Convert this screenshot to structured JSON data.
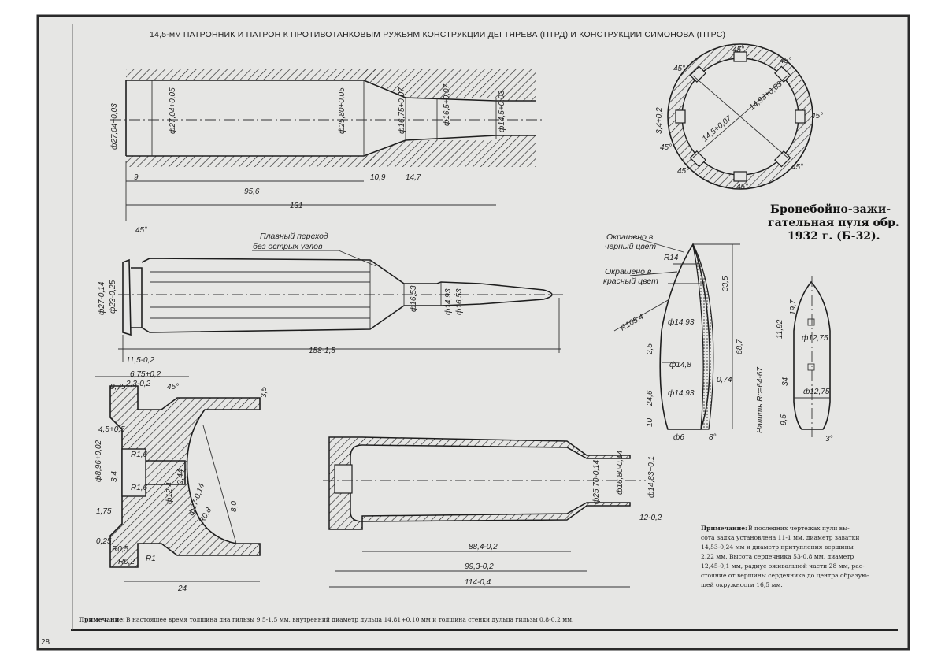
{
  "page": {
    "title": "14,5-мм ПАТРОННИК И ПАТРОН К ПРОТИВОТАНКОВЫМ РУЖЬЯМ КОНСТРУКЦИИ ДЕГТЯРЕВА (ПТРД) И КОНСТРУКЦИИ СИМОНОВА (ПТРС)",
    "page_number": "28"
  },
  "chamber": {
    "dims": [
      "ф27,04+0,03",
      "ф27,04+0,05",
      "ф25,80+0,05",
      "ф16,75+0,07",
      "ф16,5+0,07",
      "ф14,5+0,03",
      "9",
      "95,6",
      "10,9",
      "14,7",
      "131"
    ]
  },
  "cartridge": {
    "callout": [
      "Плавный переход",
      "без острых углов"
    ],
    "dims": [
      "45°",
      "ф27-0,14",
      "ф23-0,25",
      "ф16,53",
      "ф14,93",
      "ф16,53",
      "158-1,5"
    ]
  },
  "case_base": {
    "dims": [
      "11,5-0,2",
      "6,75+0,2",
      "2,3-0,2",
      "0,75",
      "45°",
      "4,5+0,5",
      "ф8,96+0,02",
      "3,4",
      "R1,6",
      "R1,6",
      "1,75",
      "0,25",
      "R0,5",
      "3,44",
      "ф12,4",
      "ф27-0,14",
      "R0,8",
      "8,0",
      "R0,2",
      "R1",
      "24",
      "3,5"
    ]
  },
  "case_section": {
    "dims": [
      "ф25,70-0,14",
      "ф16,80-0,14",
      "ф14,83+0,1",
      "12-0,2",
      "88,4-0,2",
      "99,3-0,2",
      "114-0,4"
    ]
  },
  "rifling": {
    "dims": [
      "3,4+0,2",
      "14,5+0,07",
      "14,93+0,03",
      "45°",
      "45°",
      "45°",
      "45°",
      "45°",
      "45°",
      "45°",
      "45°"
    ]
  },
  "bullet": {
    "title": [
      "Бронебойно-зажи-",
      "гательная пуля обр.",
      "1932 г. (Б-32)."
    ],
    "labels": [
      "Окрашено в",
      "черный цвет",
      "Окрашено в",
      "красный цвет"
    ],
    "dims": [
      "R14",
      "R105,4",
      "ф14,93",
      "ф14,93",
      "ф14,8",
      "33,5",
      "68,7",
      "2,5",
      "24,6",
      "10",
      "0,74",
      "ф6",
      "8°",
      "19,7",
      "11,92",
      "ф12,75",
      "34",
      "ф12,75",
      "9,5",
      "3°",
      "Налить Rc=64-67"
    ]
  },
  "notes": {
    "right": {
      "heading": "Примечание:",
      "lines": [
        "В последних чертежах пули вы-",
        "сота задка установлена 11-1 мм, диаметр заватки",
        "14,53-0,24 мм и диаметр притупления вершины",
        "2,22 мм. Высота сердечника 53-0,8 мм, диаметр",
        "12,45-0,1 мм, радиус оживальной части 28 мм, рас-",
        "стояние от вершины сердечника до центра образую-",
        "щей окружности 16,5 мм."
      ]
    },
    "bottom": {
      "heading": "Примечание:",
      "text": "В настоящее время толщина дна гильзы 9,5-1,5 мм, внутренний диаметр дульца 14,81+0,10 мм и толщина стенки дульца гильзы 0,8-0,2 мм."
    }
  },
  "colors": {
    "paper": "#e6e6e4",
    "ink": "#1e1e1e",
    "border": "#2a2a2a"
  }
}
